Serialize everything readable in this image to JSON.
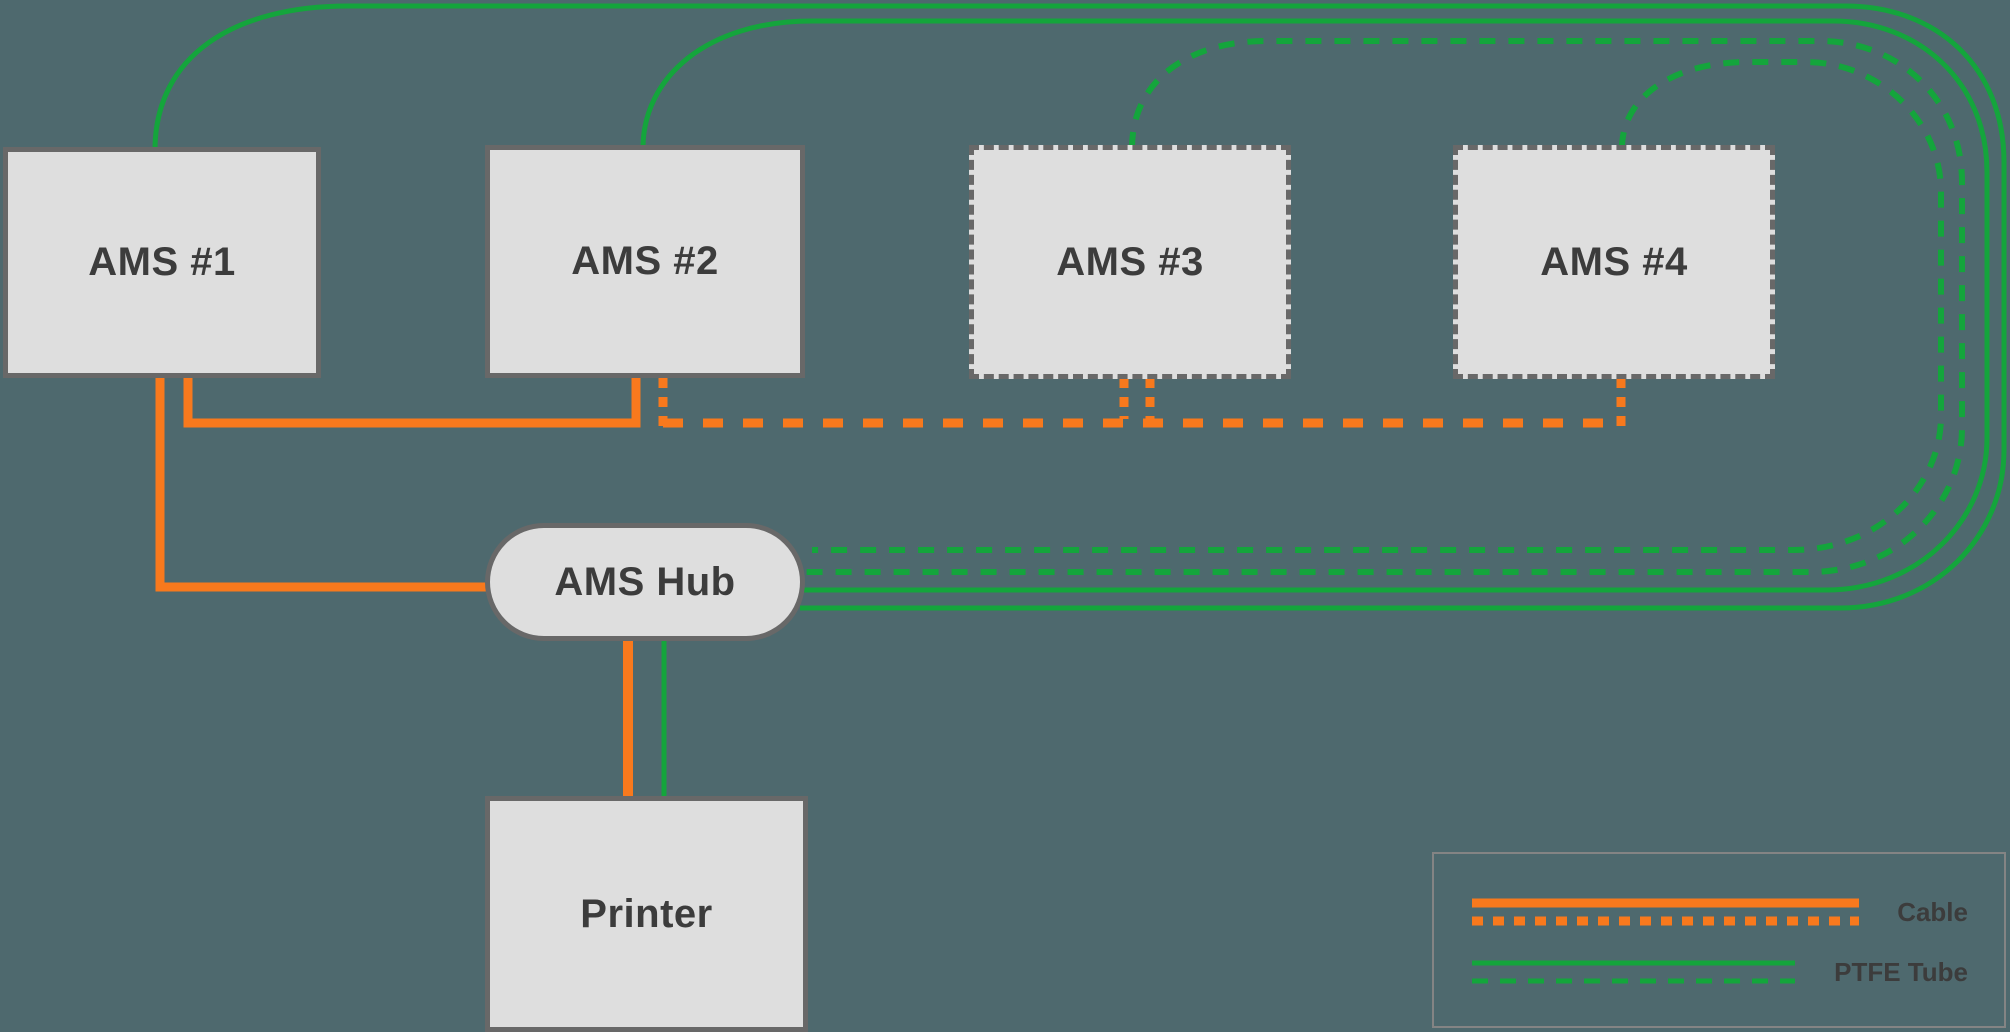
{
  "diagram": {
    "type": "wiring-diagram",
    "description": "Multi-AMS connection layout: four AMS units linked to an AMS Hub and Printer via cables and PTFE tubes"
  },
  "colors": {
    "background": "#4E696E",
    "cable": "#F8791D",
    "ptfe_tube": "#14A53C",
    "node_fill": "#DEDEDE",
    "node_border": "#686868",
    "text": "#3C3C3C",
    "legend_border": "#848484"
  },
  "nodes": {
    "ams1": {
      "label": "AMS #1",
      "border_style": "solid"
    },
    "ams2": {
      "label": "AMS #2",
      "border_style": "solid"
    },
    "ams3": {
      "label": "AMS #3",
      "border_style": "dashed"
    },
    "ams4": {
      "label": "AMS #4",
      "border_style": "dashed"
    },
    "hub": {
      "label": "AMS Hub",
      "shape": "pill"
    },
    "printer": {
      "label": "Printer",
      "border_style": "solid"
    }
  },
  "connections": [
    {
      "from": "AMS #1",
      "to": "AMS Hub",
      "type": "Cable",
      "style": "solid"
    },
    {
      "from": "AMS #1",
      "to": "AMS #2",
      "type": "Cable",
      "style": "solid"
    },
    {
      "from": "AMS #2",
      "to": "AMS #3",
      "type": "Cable",
      "style": "dashed"
    },
    {
      "from": "AMS #3",
      "to": "AMS #4",
      "type": "Cable",
      "style": "dashed"
    },
    {
      "from": "AMS #1",
      "to": "AMS Hub",
      "type": "PTFE Tube",
      "style": "solid"
    },
    {
      "from": "AMS #2",
      "to": "AMS Hub",
      "type": "PTFE Tube",
      "style": "solid"
    },
    {
      "from": "AMS #3",
      "to": "AMS Hub",
      "type": "PTFE Tube",
      "style": "dashed"
    },
    {
      "from": "AMS #4",
      "to": "AMS Hub",
      "type": "PTFE Tube",
      "style": "dashed"
    },
    {
      "from": "AMS Hub",
      "to": "Printer",
      "type": "Cable",
      "style": "solid"
    },
    {
      "from": "AMS Hub",
      "to": "Printer",
      "type": "PTFE Tube",
      "style": "solid"
    }
  ],
  "legend": {
    "items": [
      {
        "label": "Cable",
        "color": "#F8791D",
        "styles": [
          "solid",
          "dashed"
        ]
      },
      {
        "label": "PTFE Tube",
        "color": "#14A53C",
        "styles": [
          "solid",
          "dashed"
        ]
      }
    ]
  }
}
